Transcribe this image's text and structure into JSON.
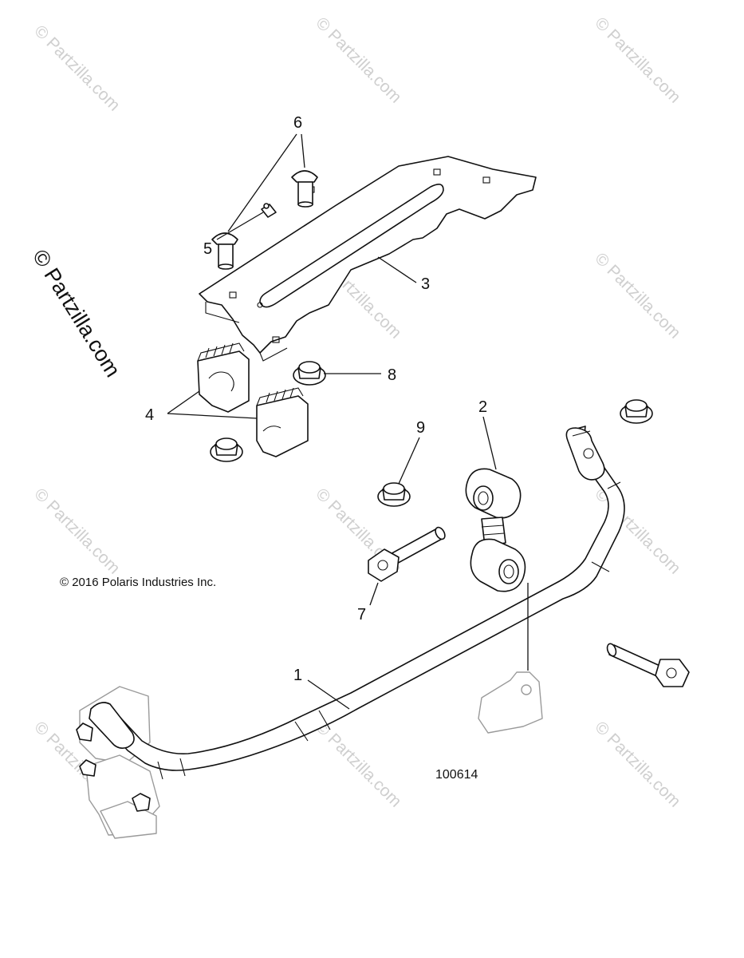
{
  "watermark_text": "© Partzilla.com",
  "side_watermark_text": "© Partzilla.com",
  "copyright": "© 2016 Polaris Industries Inc.",
  "figure_number": "100614",
  "callouts": {
    "c1": "1",
    "c2": "2",
    "c3": "3",
    "c4": "4",
    "c5": "5",
    "c6": "6",
    "c7": "7",
    "c8": "8",
    "c9": "9"
  }
}
